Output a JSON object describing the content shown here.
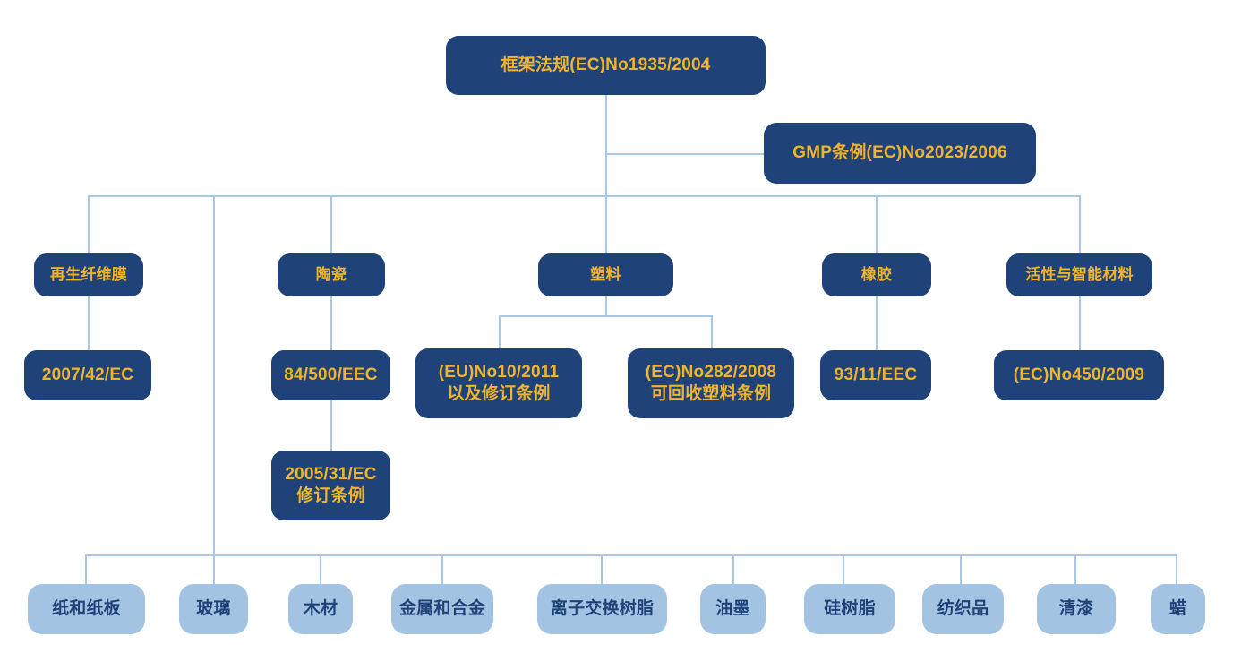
{
  "diagram": {
    "title_text": "框架法规(EC)No1935/2004",
    "type": "tree-flowchart",
    "colors": {
      "dark_box_fill": "#1F4279",
      "dark_box_text": "#EFB42B",
      "light_box_fill": "#A3C3E2",
      "light_box_text": "#1F4279",
      "connector": "#A8C8E8",
      "background": "#FFFFFF"
    },
    "level0": {
      "framework": "框架法规(EC)No1935/2004",
      "gmp": "GMP条例(EC)No2023/2006"
    },
    "level1": [
      {
        "label": "再生纤维膜"
      },
      {
        "label": "陶瓷"
      },
      {
        "label": "塑料"
      },
      {
        "label": "橡胶"
      },
      {
        "label": "活性与智能材料"
      }
    ],
    "level2": [
      {
        "label": "2007/42/EC"
      },
      {
        "label": "84/500/EEC"
      },
      {
        "label": "(EU)No10/2011\n以及修订条例"
      },
      {
        "label": "(EC)No282/2008\n可回收塑料条例"
      },
      {
        "label": "93/11/EEC"
      },
      {
        "label": "(EC)No450/2009"
      }
    ],
    "level3": [
      {
        "label": "2005/31/EC\n修订条例"
      }
    ],
    "materials": [
      {
        "label": "纸和纸板"
      },
      {
        "label": "玻璃"
      },
      {
        "label": "木材"
      },
      {
        "label": "金属和合金"
      },
      {
        "label": "离子交换树脂"
      },
      {
        "label": "油墨"
      },
      {
        "label": "硅树脂"
      },
      {
        "label": "纺织品"
      },
      {
        "label": "清漆"
      },
      {
        "label": "蜡"
      }
    ]
  }
}
